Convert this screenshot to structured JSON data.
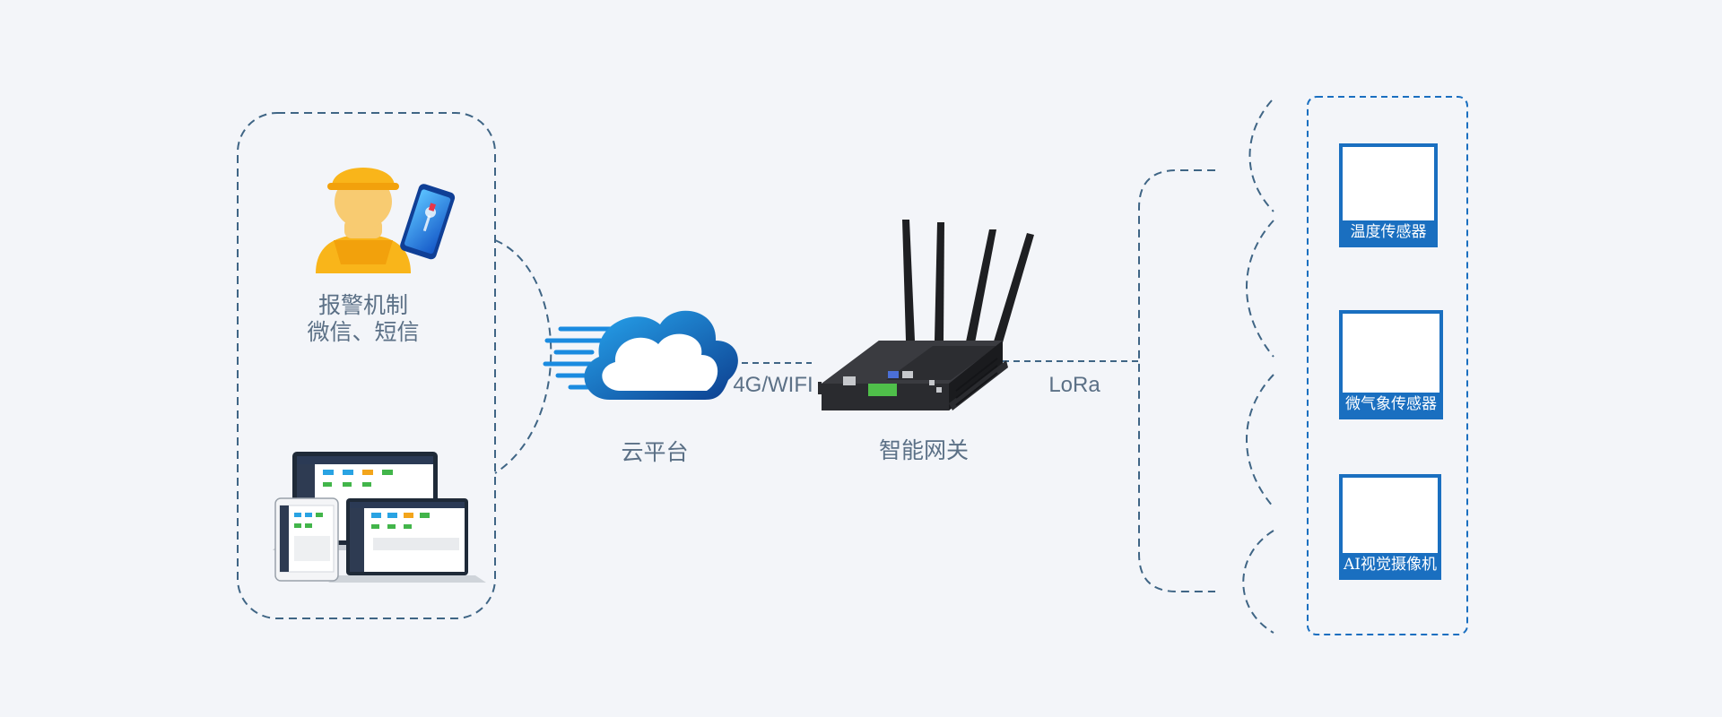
{
  "alarm": {
    "line1": "报警机制",
    "line2": "微信、短信"
  },
  "cloud": {
    "label": "云平台"
  },
  "gateway": {
    "label": "智能网关"
  },
  "links": {
    "wan": "4G/WIFI",
    "lan": "LoRa"
  },
  "sensors": [
    {
      "label": "温度传感器"
    },
    {
      "label": "微气象传感器"
    },
    {
      "label": "AI视觉摄像机"
    }
  ],
  "colors": {
    "dash": "#3f6585",
    "sensor_border": "#1a6fc0",
    "cloud_blue": "#1687d8",
    "worker_yellow": "#f9b51a"
  }
}
